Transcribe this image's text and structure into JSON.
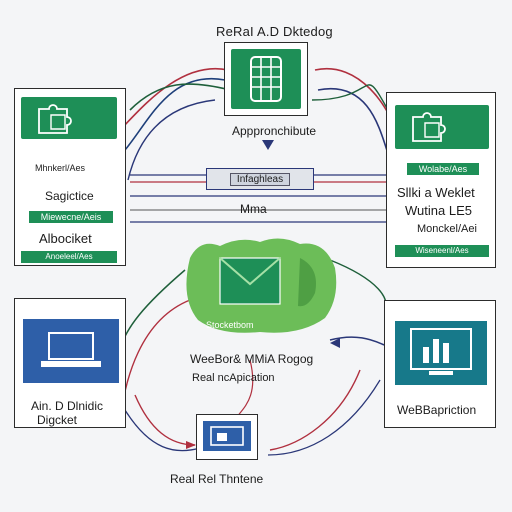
{
  "diagram": {
    "title": "ReRaI A.D Dktedog",
    "top_caption": "Apppronchibute",
    "hub": {
      "chip_label": "Infaghleas",
      "sub_label": "Mma",
      "base_label": "Stocketbom"
    },
    "left_card": {
      "header": "Mhnkerl/Aes",
      "line1": "Sagictice",
      "chip": "Miewecne/Aeis",
      "line2": "Albociket",
      "footer": "Anoeleel/Aes"
    },
    "right_card": {
      "header": "Wolabe/Aes",
      "line1": "Sllki a Weklet",
      "line2": "Wutina LE5",
      "line3": "Monckel/Aei",
      "footer": "Wiseneenl/Aes"
    },
    "bottom_left": {
      "line1": "Ain. D Dlnidic",
      "line2": "Digcket"
    },
    "middle_text": {
      "line1": "WeeBor& MMiA Rogog",
      "line2": "Real ncApication"
    },
    "bottom_right": {
      "label": "WeBBapriction"
    },
    "bottom_center": {
      "label": "Real Rel Thntene"
    },
    "colors": {
      "green": "#1e8f57",
      "hub_green": "#6cbd58",
      "blue": "#2e5fa8",
      "teal": "#17798a",
      "red_line": "#b0303f",
      "navy_line": "#2a3778"
    }
  }
}
